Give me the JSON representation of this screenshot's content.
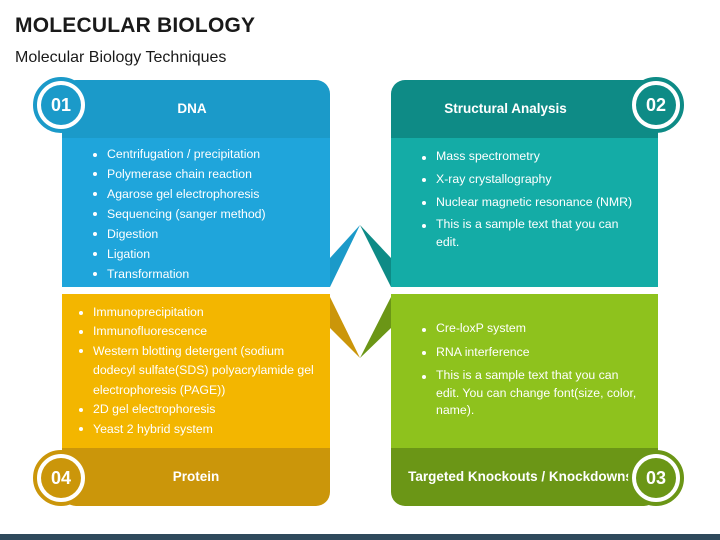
{
  "slide": {
    "title": "MOLECULAR BIOLOGY",
    "subtitle": "Molecular Biology Techniques"
  },
  "quadrants": {
    "dna": {
      "number": "01",
      "header": "DNA",
      "color": "#1fa5db",
      "items": [
        "Centrifugation / precipitation",
        "Polymerase chain reaction",
        "Agarose gel electrophoresis",
        "Sequencing (sanger method)",
        "Digestion",
        "Ligation",
        "Transformation"
      ]
    },
    "structural": {
      "number": "02",
      "header": "Structural Analysis",
      "color": "#14aca6",
      "items": [
        "Mass spectrometry",
        "X-ray crystallography",
        "Nuclear magnetic resonance (NMR)",
        "This is a sample text that you can edit."
      ]
    },
    "targeted": {
      "number": "03",
      "header": "Targeted Knockouts / Knockdowns",
      "color": "#8ec21d",
      "items": [
        "Cre-loxP system",
        "RNA interference",
        "This is a sample text that you can edit. You can change font(size, color, name)."
      ]
    },
    "protein": {
      "number": "04",
      "header": "Protein",
      "color": "#f3b600",
      "items": [
        "Immunoprecipitation",
        "Immunofluorescence",
        "Western blotting detergent (sodium dodecyl sulfate(SDS) polyacrylamide gel electrophoresis (PAGE))",
        "2D gel electrophoresis",
        "Yeast 2 hybrid system"
      ]
    }
  }
}
